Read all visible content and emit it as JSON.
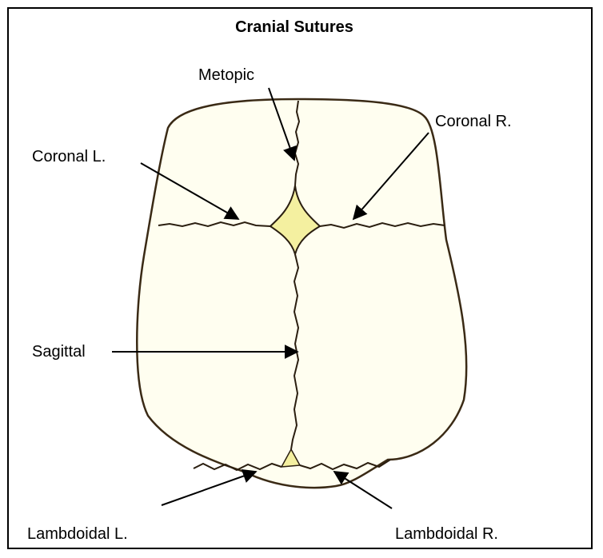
{
  "title": "Cranial Sutures",
  "labels": {
    "metopic": "Metopic",
    "coronal_right": "Coronal R.",
    "coronal_left": "Coronal L.",
    "sagittal": "Sagittal",
    "lambdoidal_left": "Lambdoidal L.",
    "lambdoidal_right": "Lambdoidal R."
  },
  "colors": {
    "skull_fill": "#fffef0",
    "fontanelle": "#f4f0a0",
    "suture": "#2a1e10"
  }
}
